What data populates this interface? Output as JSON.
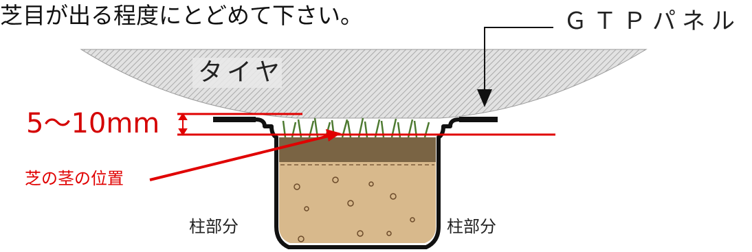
{
  "caption": "芝目が出る程度にとどめて下さい。",
  "labels": {
    "panel": "ＧＴＰパネル",
    "tire": "タイヤ",
    "gap": "5～10mm",
    "stem_position": "芝の茎の位置",
    "pillar_left": "柱部分",
    "pillar_right": "柱部分"
  },
  "colors": {
    "accent_red": "#e00000",
    "tire_hatch": "#bdbdbd",
    "soil": "#d9b88a",
    "grass": "#5a8a3a"
  }
}
